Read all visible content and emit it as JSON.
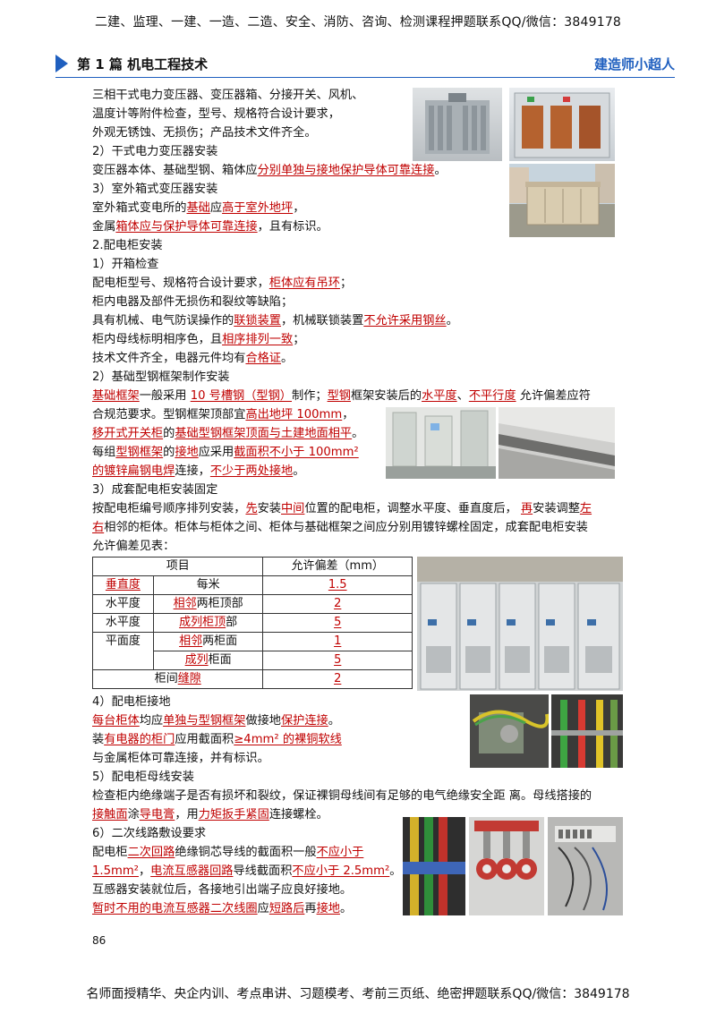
{
  "header": {
    "banner": "二建、监理、一建、一造、二造、安全、消防、咨询、检测课程押题联系QQ/微信：3849178",
    "chapter": "第 1 篇  机电工程技术",
    "brand": "建造师小超人"
  },
  "lines": [
    {
      "id": "l1",
      "segs": [
        {
          "t": "三相干式电力变压器、变压器箱、分接开关、风机、"
        }
      ]
    },
    {
      "id": "l2",
      "segs": [
        {
          "t": "温度计等附件检查，型号、规格符合设计要求，"
        }
      ]
    },
    {
      "id": "l3",
      "segs": [
        {
          "t": "外观无锈蚀、无损伤；产品技术文件齐全。"
        }
      ]
    },
    {
      "id": "l4",
      "segs": [
        {
          "t": "2）干式电力变压器安装"
        }
      ]
    },
    {
      "id": "l5",
      "segs": [
        {
          "t": "变压器本体、基础型钢、箱体应"
        },
        {
          "t": "分别单独与接地保护导体可靠连接",
          "r": true
        },
        {
          "t": "。"
        }
      ]
    },
    {
      "id": "l6",
      "segs": [
        {
          "t": "3）室外箱式变压器安装"
        }
      ]
    },
    {
      "id": "l7",
      "segs": [
        {
          "t": "室外箱式变电所的"
        },
        {
          "t": "基础",
          "r": true
        },
        {
          "t": "应"
        },
        {
          "t": "高于室外地坪",
          "r": true
        },
        {
          "t": "，"
        }
      ]
    },
    {
      "id": "l8",
      "segs": [
        {
          "t": "金属"
        },
        {
          "t": "箱体应与保护导体可靠连接",
          "r": true
        },
        {
          "t": "，且有标识。"
        }
      ]
    },
    {
      "id": "l9",
      "segs": [
        {
          "t": "2.配电柜安装"
        }
      ]
    },
    {
      "id": "l10",
      "segs": [
        {
          "t": "1）开箱检查"
        }
      ]
    },
    {
      "id": "l11",
      "segs": [
        {
          "t": "配电柜型号、规格符合设计要求，"
        },
        {
          "t": "柜体应有吊环",
          "r": true
        },
        {
          "t": "；"
        }
      ]
    },
    {
      "id": "l12",
      "segs": [
        {
          "t": "柜内电器及部件无损伤和裂纹等缺陷；"
        }
      ]
    },
    {
      "id": "l13",
      "segs": [
        {
          "t": "具有机械、电气防误操作的"
        },
        {
          "t": "联锁装置",
          "r": true
        },
        {
          "t": "，机械联锁装置"
        },
        {
          "t": "不允许采用钢丝",
          "r": true
        },
        {
          "t": "。"
        }
      ]
    },
    {
      "id": "l14",
      "segs": [
        {
          "t": "柜内母线标明相序色，且"
        },
        {
          "t": "相序排列一致",
          "r": true
        },
        {
          "t": "；"
        }
      ]
    },
    {
      "id": "l15",
      "segs": [
        {
          "t": "技术文件齐全，电器元件均有"
        },
        {
          "t": "合格证",
          "r": true
        },
        {
          "t": "。"
        }
      ]
    },
    {
      "id": "l16",
      "segs": [
        {
          "t": "2）基础型钢框架制作安装"
        }
      ]
    },
    {
      "id": "l17",
      "segs": [
        {
          "t": "基础框架",
          "r": true
        },
        {
          "t": "一般采用 "
        },
        {
          "t": "10 号槽钢（型钢）",
          "r": true
        },
        {
          "t": "制作；"
        },
        {
          "t": "型钢",
          "r": true
        },
        {
          "t": "框架安装后的"
        },
        {
          "t": "水平度",
          "r": true
        },
        {
          "t": "、"
        },
        {
          "t": "不平行度",
          "r": true
        },
        {
          "t": " 允许偏差应符"
        }
      ]
    },
    {
      "id": "l18",
      "segs": [
        {
          "t": "合规范要求。型钢框架顶部宜"
        },
        {
          "t": "高出地坪 100mm",
          "r": true
        },
        {
          "t": "，"
        }
      ]
    },
    {
      "id": "l19",
      "segs": [
        {
          "t": "移开式开关柜",
          "r": true
        },
        {
          "t": "的"
        },
        {
          "t": "基础型钢框架顶面与土建地面相平",
          "r": true
        },
        {
          "t": "。"
        }
      ]
    },
    {
      "id": "l20",
      "segs": [
        {
          "t": "每组"
        },
        {
          "t": "型钢框架",
          "r": true
        },
        {
          "t": "的"
        },
        {
          "t": "接地",
          "r": true
        },
        {
          "t": "应采用"
        },
        {
          "t": "截面积不小于 100mm²",
          "r": true
        }
      ]
    },
    {
      "id": "l21",
      "segs": [
        {
          "t": "的镀锌扁钢电焊",
          "r": true
        },
        {
          "t": "连接，"
        },
        {
          "t": "不少于两处接地",
          "r": true
        },
        {
          "t": "。"
        }
      ]
    },
    {
      "id": "l22",
      "segs": [
        {
          "t": "3）成套配电柜安装固定"
        }
      ]
    },
    {
      "id": "l23",
      "segs": [
        {
          "t": "按配电柜编号顺序排列安装，"
        },
        {
          "t": "先",
          "r": true
        },
        {
          "t": "安装"
        },
        {
          "t": "中间",
          "r": true
        },
        {
          "t": "位置的配电柜，调整水平度、垂直度后， "
        },
        {
          "t": "再",
          "r": true
        },
        {
          "t": "安装调整"
        },
        {
          "t": "左",
          "r": true
        }
      ]
    },
    {
      "id": "l24",
      "segs": [
        {
          "t": "右",
          "r": true
        },
        {
          "t": "相邻的柜体。柜体与柜体之间、柜体与基础框架之间应分别用镀锌螺栓固定，成套配电柜安装"
        }
      ]
    },
    {
      "id": "l25",
      "segs": [
        {
          "t": "允许偏差见表："
        }
      ]
    },
    {
      "id": "l26",
      "segs": [
        {
          "t": "4）配电柜接地"
        }
      ]
    },
    {
      "id": "l27",
      "segs": [
        {
          "t": "每台柜体",
          "r": true
        },
        {
          "t": "均应"
        },
        {
          "t": "单独与型钢框架",
          "r": true
        },
        {
          "t": "做接地"
        },
        {
          "t": "保护连接",
          "r": true
        },
        {
          "t": "。"
        }
      ]
    },
    {
      "id": "l28",
      "segs": [
        {
          "t": "装"
        },
        {
          "t": "有电器的柜门",
          "r": true
        },
        {
          "t": "应用截面积"
        },
        {
          "t": "≥4mm² 的裸铜软线",
          "r": true
        }
      ]
    },
    {
      "id": "l29",
      "segs": [
        {
          "t": "与金属柜体可靠连接，并有标识。"
        }
      ]
    },
    {
      "id": "l30",
      "segs": [
        {
          "t": "5）配电柜母线安装"
        }
      ]
    },
    {
      "id": "l31",
      "segs": [
        {
          "t": "检查柜内绝缘端子是否有损坏和裂纹，保证裸铜母线间有足够的电气绝缘安全距 离。母线搭接的"
        }
      ]
    },
    {
      "id": "l32",
      "segs": [
        {
          "t": "接触面",
          "r": true
        },
        {
          "t": "涂"
        },
        {
          "t": "导电膏",
          "r": true
        },
        {
          "t": "，用"
        },
        {
          "t": "力矩扳手紧固",
          "r": true
        },
        {
          "t": "连接螺栓。"
        }
      ]
    },
    {
      "id": "l33",
      "segs": [
        {
          "t": "6）二次线路敷设要求"
        }
      ]
    },
    {
      "id": "l34",
      "segs": [
        {
          "t": "配电柜"
        },
        {
          "t": "二次回路",
          "r": true
        },
        {
          "t": "绝缘铜芯导线的截面积一般"
        },
        {
          "t": "不应小于",
          "r": true
        }
      ]
    },
    {
      "id": "l35",
      "segs": [
        {
          "t": "1.5mm²",
          "r": true
        },
        {
          "t": "，"
        },
        {
          "t": "电流互感器回路",
          "r": true
        },
        {
          "t": "导线截面积"
        },
        {
          "t": "不应小于 2.5mm²",
          "r": true
        },
        {
          "t": "。"
        }
      ]
    },
    {
      "id": "l36",
      "segs": [
        {
          "t": "互感器安装就位后，各接地引出端子应良好接地。"
        }
      ]
    },
    {
      "id": "l37",
      "segs": [
        {
          "t": "暂时不用的电流互感器二次线圈",
          "r": true
        },
        {
          "t": "应"
        },
        {
          "t": "短路后",
          "r": true
        },
        {
          "t": "再"
        },
        {
          "t": "接地",
          "r": true
        },
        {
          "t": "。"
        }
      ]
    }
  ],
  "table": {
    "header": {
      "item": "项目",
      "tolerance": "允许偏差（mm）"
    },
    "rows": {
      "r1": {
        "g1": "垂直度",
        "g2": "每米",
        "v": "1.5"
      },
      "r2": {
        "g1": "水平度",
        "g2a": "相邻",
        "g2b": "两柜顶部",
        "v": "2"
      },
      "r3": {
        "g1": "水平度",
        "g2a": "成列柜顶",
        "g2b": "部",
        "v": "5"
      },
      "r4": {
        "g1": "平面度",
        "g2a": "相邻",
        "g2b": "两柜面",
        "v": "1"
      },
      "r5": {
        "g2a": "成列",
        "g2b": "柜面",
        "v": "5"
      },
      "r6": {
        "g1a": "柜间",
        "g1b": "缝隙",
        "v": "2"
      }
    }
  },
  "footer": {
    "page_number": "86",
    "banner": "名师面授精华、央企内训、考点串讲、习题模考、考前三页纸、绝密押题联系QQ/微信：3849178"
  }
}
